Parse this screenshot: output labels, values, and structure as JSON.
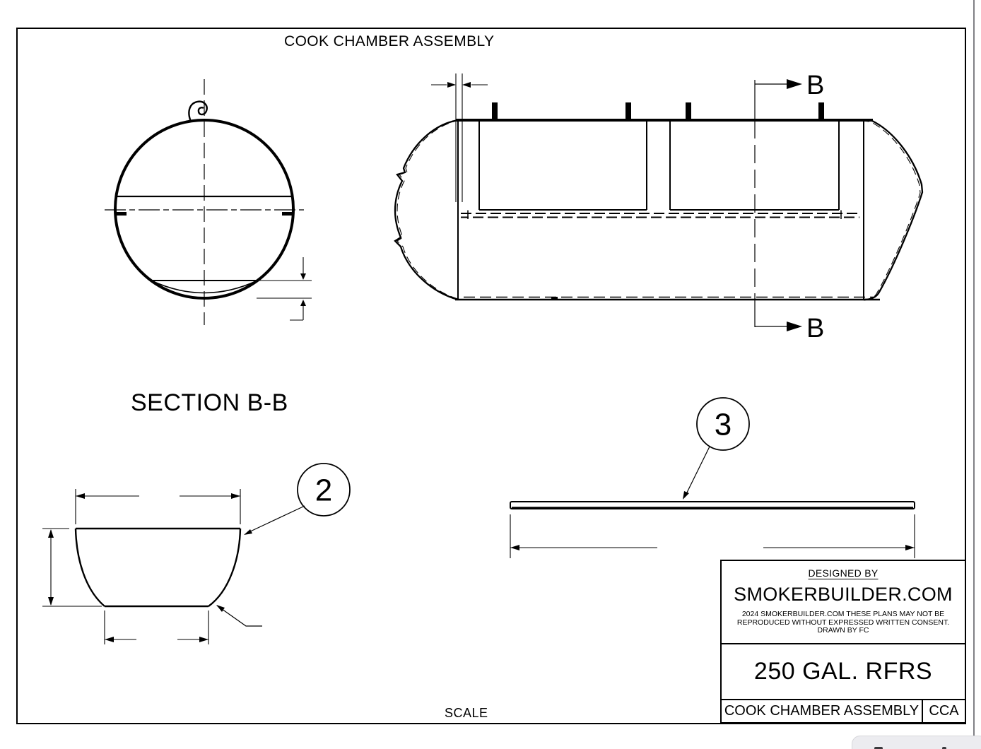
{
  "drawing": {
    "title": "COOK CHAMBER ASSEMBLY",
    "section_label": "SECTION B-B",
    "section_letter": "B",
    "scale_label": "SCALE",
    "balloons": {
      "item2": "2",
      "item3": "3"
    }
  },
  "title_block": {
    "designed_by_label": "DESIGNED BY",
    "designer": "SMOKERBUILDER.COM",
    "copyright_lines": [
      "2024 SMOKERBUILDER.COM THESE PLANS MAY NOT BE",
      "REPRODUCED WITHOUT EXPRESSED WRITTEN CONSENT.",
      "DRAWN BY FC"
    ],
    "model": "250 GAL. RFRS",
    "assembly_name": "COOK CHAMBER ASSEMBLY",
    "assembly_code": "CCA"
  },
  "colors": {
    "line": "#000000",
    "background": "#ffffff",
    "overlay_button_bg": "#ececf0",
    "overlay_button_border": "#d6d6da"
  }
}
